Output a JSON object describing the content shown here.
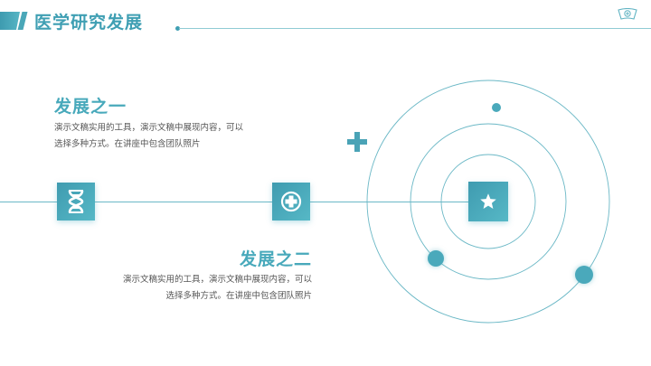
{
  "header": {
    "title": "医学研究发展",
    "icon": "nurse-cap-icon"
  },
  "sections": [
    {
      "title": "发展之一",
      "lines": [
        "演示文稿实用的工具，演示文稿中展现内容，可以",
        "选择多种方式。在讲座中包含团队照片"
      ]
    },
    {
      "title": "发展之二",
      "lines": [
        "演示文稿实用的工具，演示文稿中展现内容，可以",
        "选择多种方式。在讲座中包含团队照片"
      ]
    }
  ],
  "timeline_nodes": [
    {
      "icon": "dna-icon"
    },
    {
      "icon": "medical-cross-circle-icon"
    },
    {
      "icon": "star-icon"
    }
  ],
  "colors": {
    "accent": "#48a9bb",
    "accent_dark": "#3f9bb0",
    "line": "#6bb8c6",
    "text": "#555555"
  }
}
